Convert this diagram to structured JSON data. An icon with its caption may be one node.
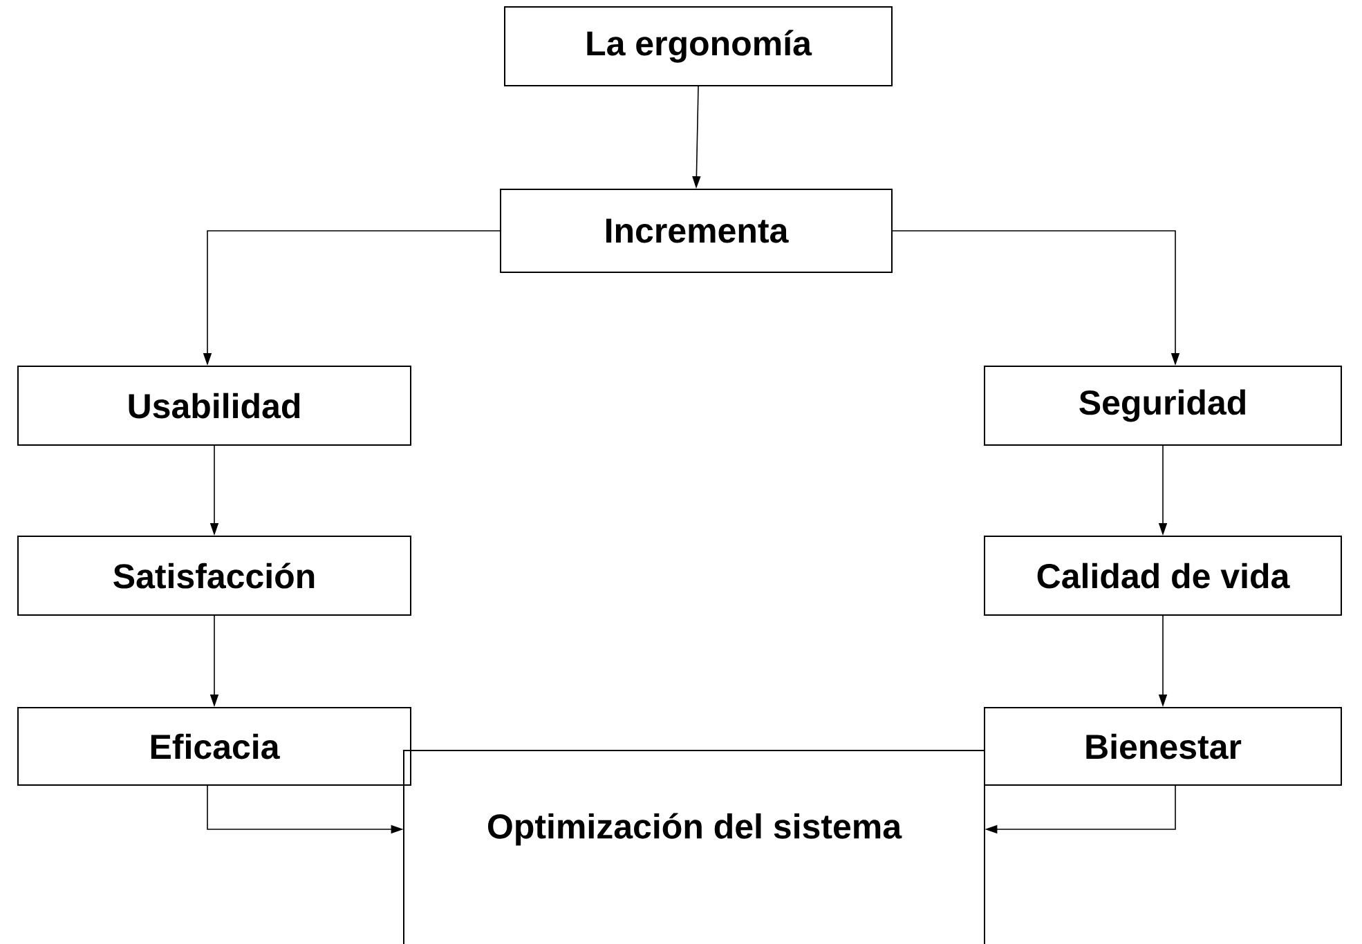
{
  "diagram": {
    "nodes": [
      {
        "text": [
          "La ergonomía"
        ]
      },
      {
        "text": [
          "Incrementa"
        ]
      },
      {
        "text": [
          "Usabilidad"
        ]
      },
      {
        "text": [
          "Seguridad"
        ]
      },
      {
        "text": [
          "Satisfacción"
        ]
      },
      {
        "text": [
          "Calidad de vida"
        ]
      },
      {
        "text": [
          "Eficacia"
        ]
      },
      {
        "text": [
          "Bienestar"
        ]
      },
      {
        "text": [
          "Optimización del sistema"
        ]
      }
    ],
    "edges": [
      {
        "from": 0,
        "to": 1,
        "arrow": "to"
      },
      {
        "from": 1,
        "to": 2,
        "arrow": "to"
      },
      {
        "from": 1,
        "to": 3,
        "arrow": "to"
      },
      {
        "from": 2,
        "to": 4,
        "arrow": "to"
      },
      {
        "from": 4,
        "to": 6,
        "arrow": "to"
      },
      {
        "from": 3,
        "to": 5,
        "arrow": "to"
      },
      {
        "from": 5,
        "to": 7,
        "arrow": "to"
      },
      {
        "from": 6,
        "to": 8,
        "arrow": "to"
      },
      {
        "from": 7,
        "to": 8,
        "arrow": "to"
      }
    ]
  }
}
